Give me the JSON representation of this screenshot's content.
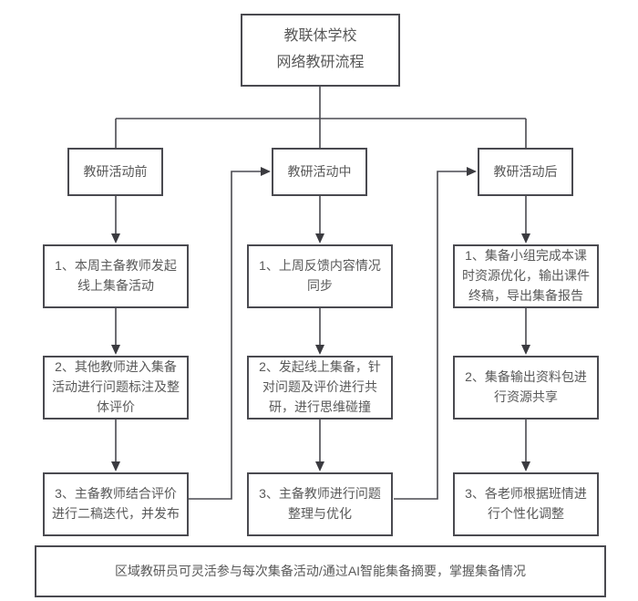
{
  "diagram": {
    "title_line1": "教联体学校",
    "title_line2": "网络教研流程",
    "columns": [
      {
        "header": "教研活动前",
        "steps": [
          "1、本周主备教师发起线上集备活动",
          "2、其他教师进入集备活动进行问题标注及整体评价",
          "3、主备教师结合评价进行二稿迭代，并发布"
        ]
      },
      {
        "header": "教研活动中",
        "steps": [
          "1、上周反馈内容情况同步",
          "2、发起线上集备，针对问题及评价进行共研，进行思维碰撞",
          "3、主备教师进行问题整理与优化"
        ]
      },
      {
        "header": "教研活动后",
        "steps": [
          "1、集备小组完成本课时资源优化，输出课件终稿，导出集备报告",
          "2、集备输出资料包进行资源共享",
          "3、各老师根据班情进行个性化调整"
        ]
      }
    ],
    "footer": "区域教研员可灵活参与每次集备活动/通过AI智能集备摘要，掌握集备情况",
    "colors": {
      "border": "#4a4a50",
      "text": "#595959",
      "line": "#4a4a50",
      "background": "#ffffff"
    }
  }
}
